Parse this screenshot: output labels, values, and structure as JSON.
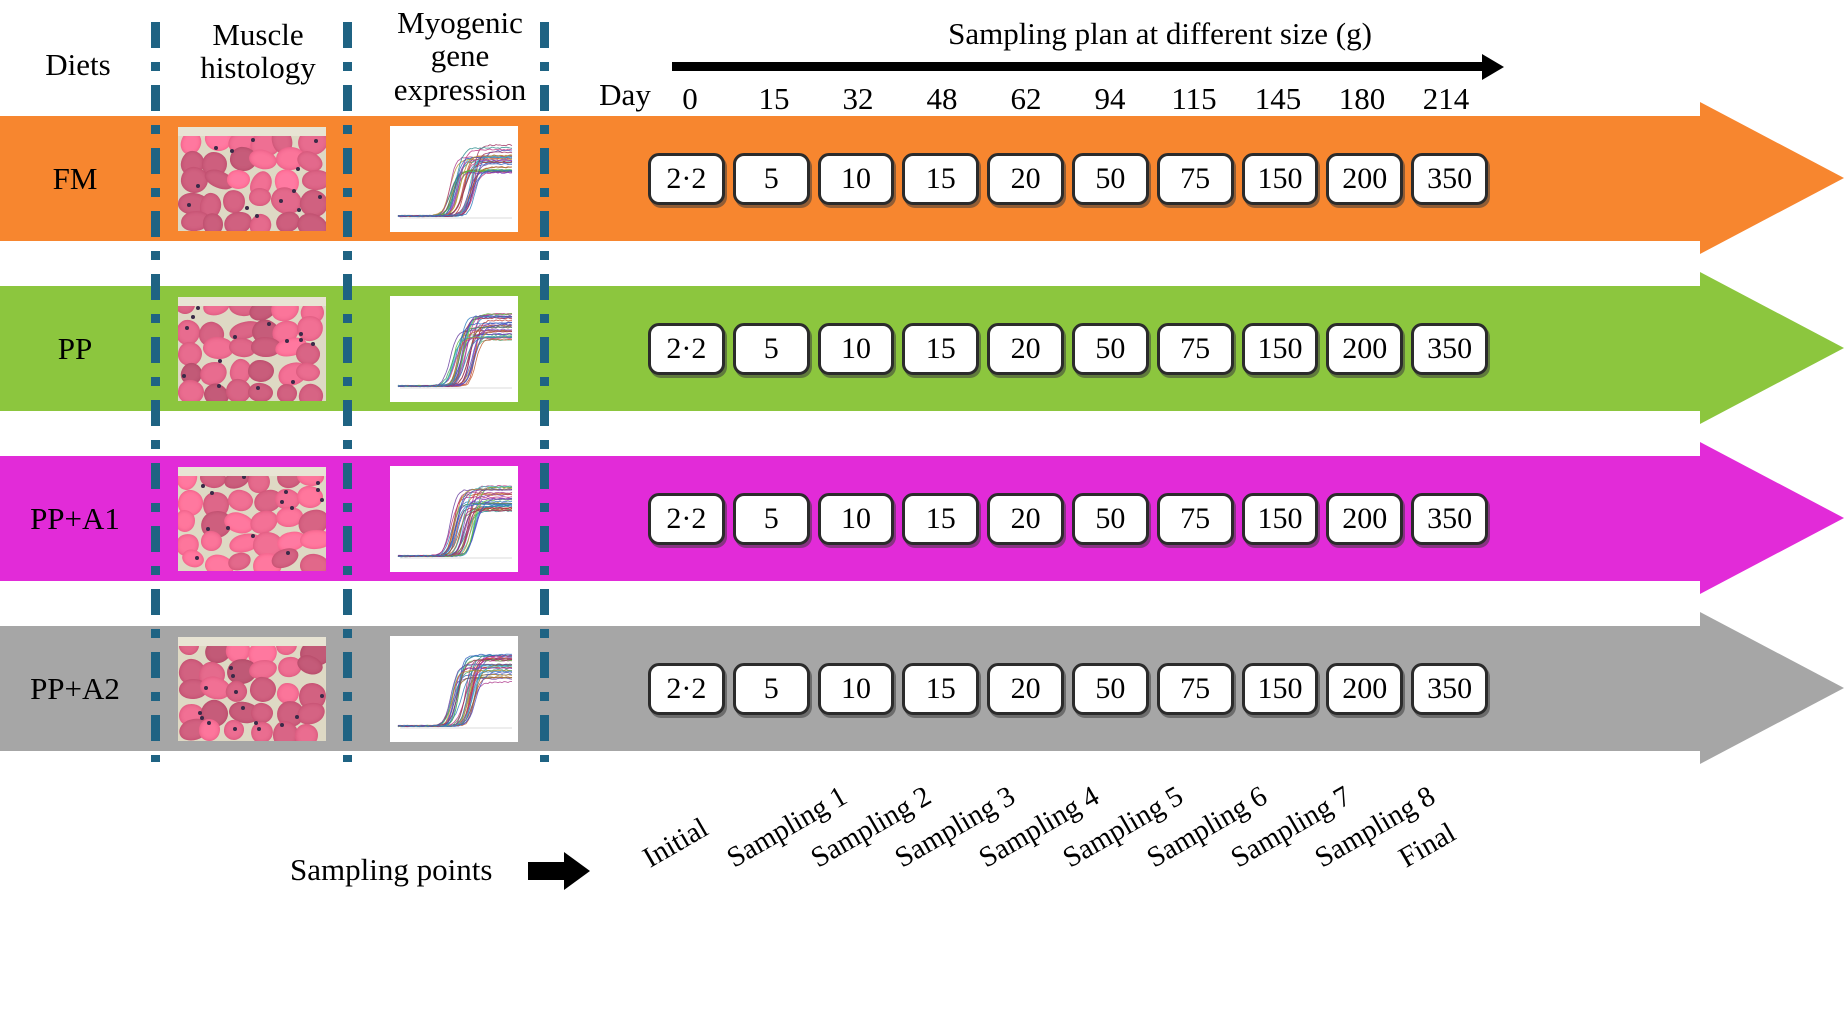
{
  "headers": {
    "diets": "Diets",
    "histology": "Muscle\nhistology",
    "gene_expression": "Myogenic\ngene\nexpression",
    "day": "Day"
  },
  "plan": {
    "title": "Sampling plan at different size (g)",
    "days": [
      "0",
      "15",
      "32",
      "48",
      "62",
      "94",
      "115",
      "145",
      "180",
      "214"
    ]
  },
  "sampling_points": {
    "label": "Sampling points",
    "points": [
      "Initial",
      "Sampling 1",
      "Sampling 2",
      "Sampling 3",
      "Sampling 4",
      "Sampling 5",
      "Sampling 6",
      "Sampling 7",
      "Sampling 8",
      "Final"
    ]
  },
  "sizes": [
    "2·2",
    "5",
    "10",
    "15",
    "20",
    "50",
    "75",
    "150",
    "200",
    "350"
  ],
  "diets": [
    {
      "name": "FM",
      "color": "#F7862F"
    },
    {
      "name": "PP",
      "color": "#8CC63E"
    },
    {
      "name": "PP+A1",
      "color": "#E22BD8"
    },
    {
      "name": "PP+A2",
      "color": "#A6A6A6"
    }
  ],
  "colors": {
    "separator": "#1f6383",
    "chip_border": "#2b2b2b",
    "axis": "#000000",
    "histology_tissue": "#ef6f93",
    "histology_background": "#ded9c4"
  },
  "chart_data": {
    "type": "table",
    "title": "Sampling plan at different size (g)",
    "xlabel": "Day",
    "ylabel": "Diet",
    "x": [
      0,
      15,
      32,
      48,
      62,
      94,
      115,
      145,
      180,
      214
    ],
    "categories": [
      "Initial",
      "Sampling 1",
      "Sampling 2",
      "Sampling 3",
      "Sampling 4",
      "Sampling 5",
      "Sampling 6",
      "Sampling 7",
      "Sampling 8",
      "Final"
    ],
    "series": [
      {
        "name": "FM",
        "values": [
          2.2,
          5,
          10,
          15,
          20,
          50,
          75,
          150,
          200,
          350
        ]
      },
      {
        "name": "PP",
        "values": [
          2.2,
          5,
          10,
          15,
          20,
          50,
          75,
          150,
          200,
          350
        ]
      },
      {
        "name": "PP+A1",
        "values": [
          2.2,
          5,
          10,
          15,
          20,
          50,
          75,
          150,
          200,
          350
        ]
      },
      {
        "name": "PP+A2",
        "values": [
          2.2,
          5,
          10,
          15,
          20,
          50,
          75,
          150,
          200,
          350
        ]
      }
    ],
    "unit": "g",
    "grid": false,
    "legend": "none"
  },
  "icons": {
    "histology_thumb": "muscle-histology-image",
    "qpcr_thumb": "qpcr-amplification-plot",
    "plan_arrow": "right-arrow-icon",
    "points_arrow": "black-right-arrow-icon"
  }
}
